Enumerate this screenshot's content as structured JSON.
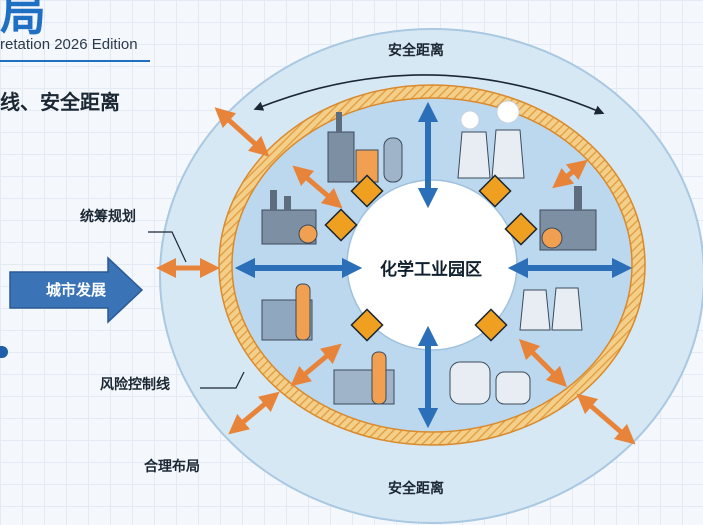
{
  "header": {
    "title_fragment": "局",
    "edition": "retation 2026 Edition",
    "subtitle": "线、安全距离"
  },
  "diagram": {
    "center_label": "化学工业园区",
    "outer_top_label": "安全距离",
    "outer_bottom_label": "安全距离",
    "left_labels": {
      "coordination": "统筹规划",
      "risk_line": "风险控制线",
      "layout": "合理布局"
    },
    "city_arrow_label": "城市发展"
  },
  "colors": {
    "outer_zone": "#d7e8f5",
    "inner_zone": "#bcd8ee",
    "risk_ring": "#e8b45a",
    "arrow_orange": "#e8843a",
    "arrow_blue": "#2a6fb8",
    "city_arrow": "#3b74b6",
    "hazard_sign": "#f0a020"
  }
}
